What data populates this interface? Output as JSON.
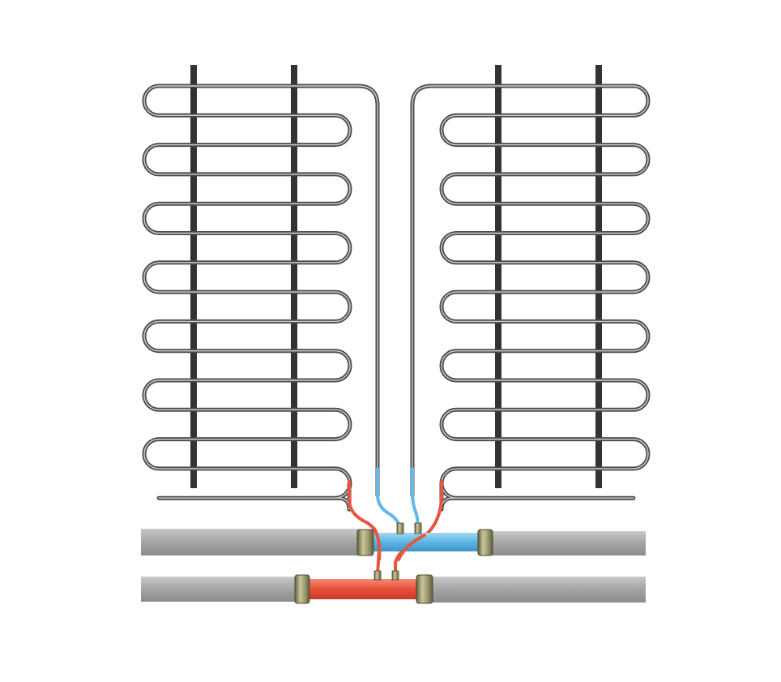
{
  "diagram": {
    "kind": "underfloor-heating-coil-loops",
    "loop_count": 2,
    "turns_per_loop": 14,
    "support_rails_per_loop": 2,
    "manifold_count": 2,
    "colors": {
      "background": "#ffffff",
      "coil_pipe": "#4a4a4a",
      "coil_pipe_highlight": "#cfcfcf",
      "support_rail": "#333333",
      "supply_pipe": "#e8553f",
      "return_pipe": "#62b8e6",
      "main_pipe": "#a9a9a9",
      "fitting_brass": "#8a8760"
    },
    "flows": [
      {
        "role": "supply",
        "color": "#e8553f"
      },
      {
        "role": "return",
        "color": "#62b8e6"
      }
    ]
  }
}
